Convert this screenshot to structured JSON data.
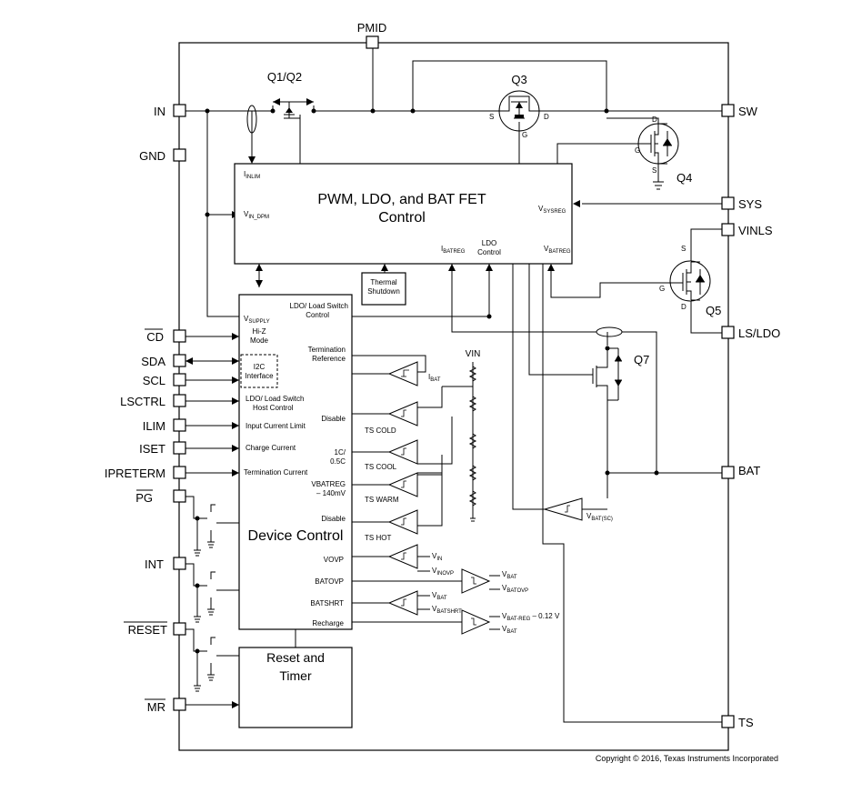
{
  "pins": {
    "pmid": "PMID",
    "in": "IN",
    "gnd": "GND",
    "cd": "CD",
    "sda": "SDA",
    "scl": "SCL",
    "lsctrl": "LSCTRL",
    "ilim": "ILIM",
    "iset": "ISET",
    "ipreterm": "IPRETERM",
    "pg": "PG",
    "int": "INT",
    "reset": "RESET",
    "mr": "MR",
    "sw": "SW",
    "sys": "SYS",
    "vinls": "VINLS",
    "ls_ldo": "LS/LDO",
    "bat": "BAT",
    "ts": "TS"
  },
  "transistors": {
    "q1q2": "Q1/Q2",
    "q3": "Q3",
    "q4": "Q4",
    "q5": "Q5",
    "q7": "Q7"
  },
  "terminals": {
    "s": "S",
    "d": "D",
    "g": "G"
  },
  "pwm_block": {
    "title_line1": "PWM, LDO, and BAT FET",
    "title_line2": "Control",
    "inlim_main": "I",
    "inlim_sub": "INLIM",
    "vindpm_main": "V",
    "vindpm_sub": "IN_DPM",
    "vsysreg_main": "V",
    "vsysreg_sub": "SYSREG",
    "ibatreg_main": "I",
    "ibatreg_sub": "BATREG",
    "ldo_line1": "LDO",
    "ldo_line2": "Control",
    "vbatreg_main": "V",
    "vbatreg_sub": "BATREG"
  },
  "thermal": {
    "line1": "Thermal",
    "line2": "Shutdown"
  },
  "device_control": {
    "title": "Device Control",
    "ldo_ctrl_line1": "LDO/ Load Switch",
    "ldo_ctrl_line2": "Control",
    "vsupply_main": "V",
    "vsupply_sub": "SUPPLY",
    "hiz_line1": "Hi-Z",
    "hiz_line2": "Mode",
    "term_ref_line1": "Termination",
    "term_ref_line2": "Reference",
    "i2c_line1": "I2C",
    "i2c_line2": "Interface",
    "ldo_host_line1": "LDO/ Load Switch",
    "ldo_host_line2": "Host Control",
    "disable1": "Disable",
    "input_current_limit": "Input Current Limit",
    "one_c_line1": "1C/",
    "one_c_line2": "0.5C",
    "charge_current": "Charge Current",
    "termination_current": "Termination Current",
    "vbatreg_line1": "VBATREG",
    "vbatreg_line2": "– 140mV",
    "disable2": "Disable",
    "vovp": "VOVP",
    "batovp": "BATOVP",
    "batshrt": "BATSHRT",
    "recharge": "Recharge"
  },
  "comparators": {
    "ibat_main": "I",
    "ibat_sub": "BAT",
    "ts_cold": "TS COLD",
    "ts_cool": "TS COOL",
    "ts_warm": "TS WARM",
    "ts_hot": "TS HOT",
    "vin_main": "V",
    "vin_sub": "IN",
    "vinovp_main": "V",
    "vinovp_sub": "INOVP",
    "vbat1_main": "V",
    "vbat1_sub": "BAT",
    "vbatovp_main": "V",
    "vbatovp_sub": "BATOVP",
    "vbat2_main": "V",
    "vbat2_sub": "BAT",
    "vbatshrt_main": "V",
    "vbatshrt_sub": "BATSHRT",
    "vbatreg_rc_main": "V",
    "vbatreg_rc_sub": "BAT-REG",
    "vbatreg_rc_tail": " – 0.12 V",
    "vbat3_main": "V",
    "vbat3_sub": "BAT",
    "vbatsc_main": "V",
    "vbatsc_sub": "BAT(SC)"
  },
  "vin_label": "VIN",
  "reset_timer": {
    "line1": "Reset and",
    "line2": "Timer"
  },
  "copyright": "Copyright © 2016, Texas Instruments Incorporated"
}
